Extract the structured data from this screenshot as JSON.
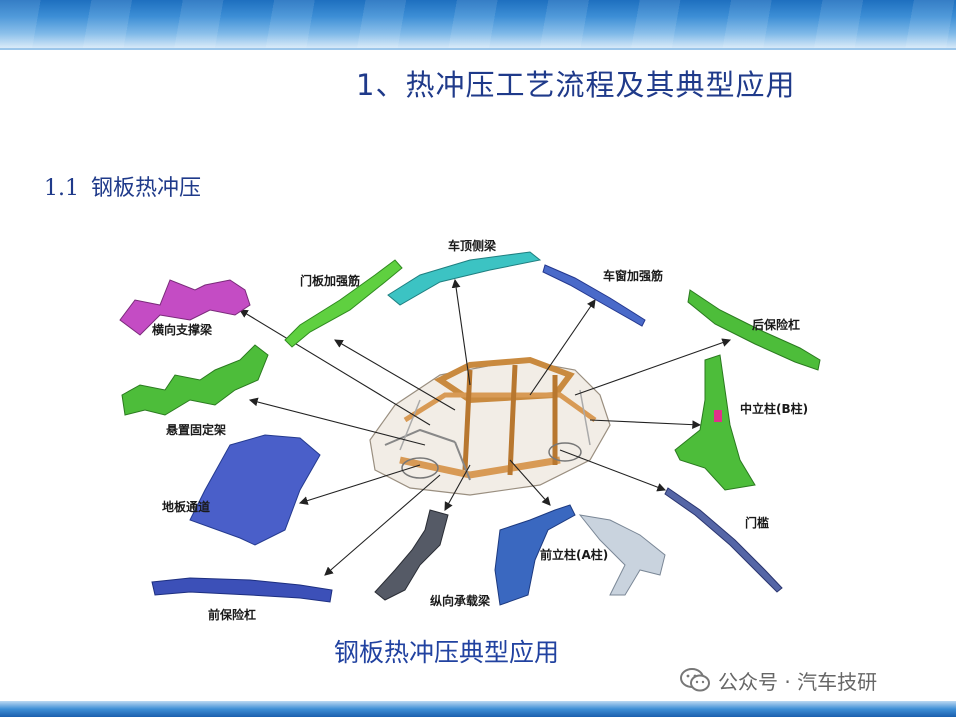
{
  "header": {
    "title": "1、热冲压工艺流程及其典型应用",
    "section_number": "1.1",
    "section_title": "钢板热冲压"
  },
  "figure": {
    "caption": "钢板热冲压典型应用",
    "parts": {
      "roof_side_rail": "车顶侧梁",
      "door_panel_reinforcement": "门板加强筋",
      "window_reinforcement": "车窗加强筋",
      "rear_bumper": "后保险杠",
      "cross_support_beam": "横向支撑梁",
      "suspension_bracket": "悬置固定架",
      "b_pillar": "中立柱(B柱)",
      "floor_tunnel": "地板通道",
      "door_sill": "门槛",
      "longitudinal_beam": "纵向承载梁",
      "a_pillar": "前立柱(A柱)",
      "front_bumper": "前保险杠"
    }
  },
  "watermark": {
    "text": "公众号 · 汽车技研"
  },
  "colors": {
    "title": "#1f3a8a",
    "band_blue": "#3d8fd6",
    "magenta_part": "#c44cc4",
    "green_part": "#4dbd3a",
    "cyan_part": "#3cc3c3",
    "blue_part": "#4a5fc9",
    "car_frame_orange": "#d89a55"
  }
}
